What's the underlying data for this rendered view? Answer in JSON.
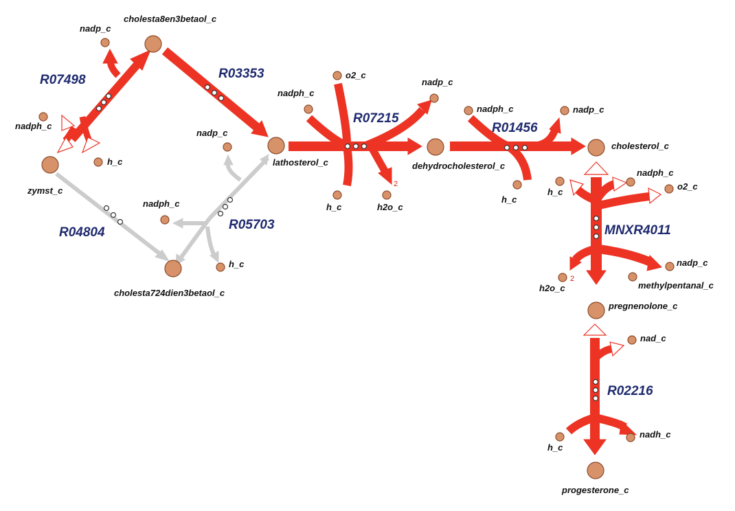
{
  "colors": {
    "active": "#ec3324",
    "inactive": "#cccccc",
    "metabolite": "#d8926a",
    "reaction_label": "#1f2a6e"
  },
  "metabolites": {
    "cholesta8en3betaol": "cholesta8en3betaol_c",
    "nadp_r07498": "nadp_c",
    "nadph_r07498": "nadph_c",
    "h_r07498": "h_c",
    "zymst": "zymst_c",
    "nadp_r05703": "nadp_c",
    "nadph_r05703": "nadph_c",
    "h_r05703": "h_c",
    "cholesta724dien3betaol": "cholesta724dien3betaol_c",
    "lathosterol": "lathosterol_c",
    "nadph_r07215": "nadph_c",
    "o2_r07215": "o2_c",
    "h_r07215": "h_c",
    "nadp_r07215": "nadp_c",
    "h2o_r07215": "h2o_c",
    "dehydrocholesterol": "dehydrocholesterol_c",
    "nadph_r01456": "nadph_c",
    "h_r01456": "h_c",
    "nadp_r01456": "nadp_c",
    "cholesterol": "cholesterol_c",
    "h_mnxr": "h_c",
    "nadph_mnxr": "nadph_c",
    "o2_mnxr": "o2_c",
    "h2o_mnxr": "h2o_c",
    "nadp_mnxr": "nadp_c",
    "methylpentanal": "methylpentanal_c",
    "pregnenolone": "pregnenolone_c",
    "nad_r02216": "nad_c",
    "h_r02216": "h_c",
    "nadh_r02216": "nadh_c",
    "progesterone": "progesterone_c"
  },
  "reactions": {
    "R07498": "R07498",
    "R03353": "R03353",
    "R04804": "R04804",
    "R05703": "R05703",
    "R07215": "R07215",
    "R01456": "R01456",
    "MNXR4011": "MNXR4011",
    "R02216": "R02216"
  },
  "coefficients": {
    "h2o_r07215": "2",
    "h2o_mnxr": "2"
  }
}
